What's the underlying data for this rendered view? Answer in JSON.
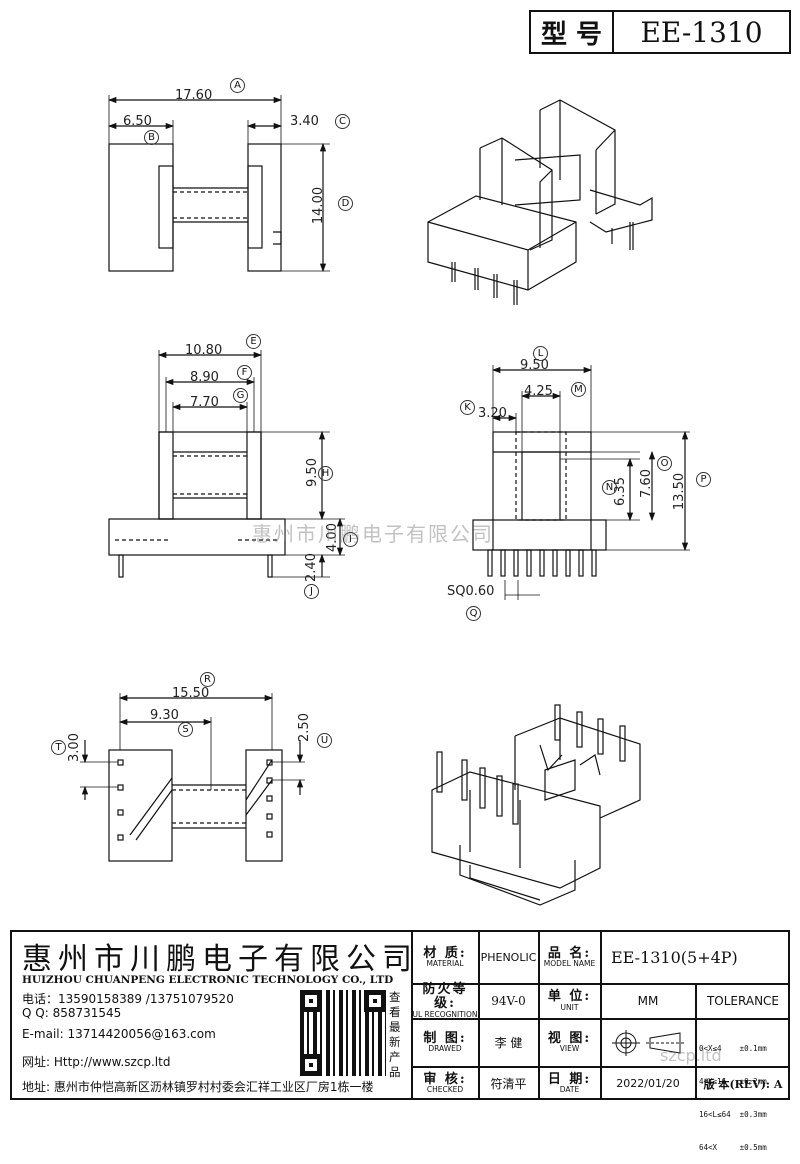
{
  "header": {
    "model_label": "型 号",
    "model_value": "EE-1310"
  },
  "dimensions": {
    "A": "17.60",
    "B": "6.50",
    "C": "3.40",
    "D": "14.00",
    "E": "10.80",
    "F": "8.90",
    "G": "7.70",
    "H": "9.50",
    "I": "4.00",
    "J": "2.40",
    "L": "9.50",
    "M": "4.25",
    "K": "3.20",
    "N": "6.35",
    "O": "7.60",
    "P": "13.50",
    "Q": "SQ0.60",
    "R": "15.50",
    "S": "9.30",
    "T": "3.00",
    "U": "2.50"
  },
  "watermark": "惠州市川鹏电子有限公司",
  "titleblock": {
    "company_cn": "惠州市川鹏电子有限公司",
    "company_en": "HUIZHOU CHUANPENG ELECTRONIC TECHNOLOGY CO., LTD",
    "phone": "电话：13590158389 /13751079520",
    "qq": "Q Q:  858731545",
    "email": "E-mail: 13714420056@163.com",
    "website": "网址: Http://www.szcp.ltd",
    "address": "地址: 惠州市仲恺高新区沥林镇罗村村委会汇祥工业区厂房1栋一楼",
    "qr_caption": "查看最新产品",
    "material_cn": "材 质:",
    "material_en": "MATERIAL",
    "material_value": "PHENOLIC",
    "product_cn": "品 名:",
    "product_en": "MODEL NAME",
    "product_value": "EE-1310(5+4P)",
    "flame_cn": "防火等级:",
    "flame_en": "UL RECOGNITION",
    "flame_value": "94V-0",
    "unit_cn": "单 位:",
    "unit_en": "UNIT",
    "unit_value": "MM",
    "tolerance_label": "TOLERANCE",
    "drawn_cn": "制 图:",
    "drawn_en": "DRAWED",
    "drawn_value": "李 健",
    "view_cn": "视 图:",
    "view_en": "VIEW",
    "tol_rows": [
      "0<X≤4    ±0.1mm",
      "4<X≤16   ±0.2mm",
      "16<L≤64  ±0.3mm",
      "64<X     ±0.5mm"
    ],
    "checked_cn": "审 核:",
    "checked_en": "CHECKED",
    "checked_value": "符清平",
    "date_cn": "日 期:",
    "date_en": "DATE",
    "date_value": "2022/01/20",
    "rev_label": "版 本(REV): A",
    "site_watermark": "szcp.ltd"
  }
}
